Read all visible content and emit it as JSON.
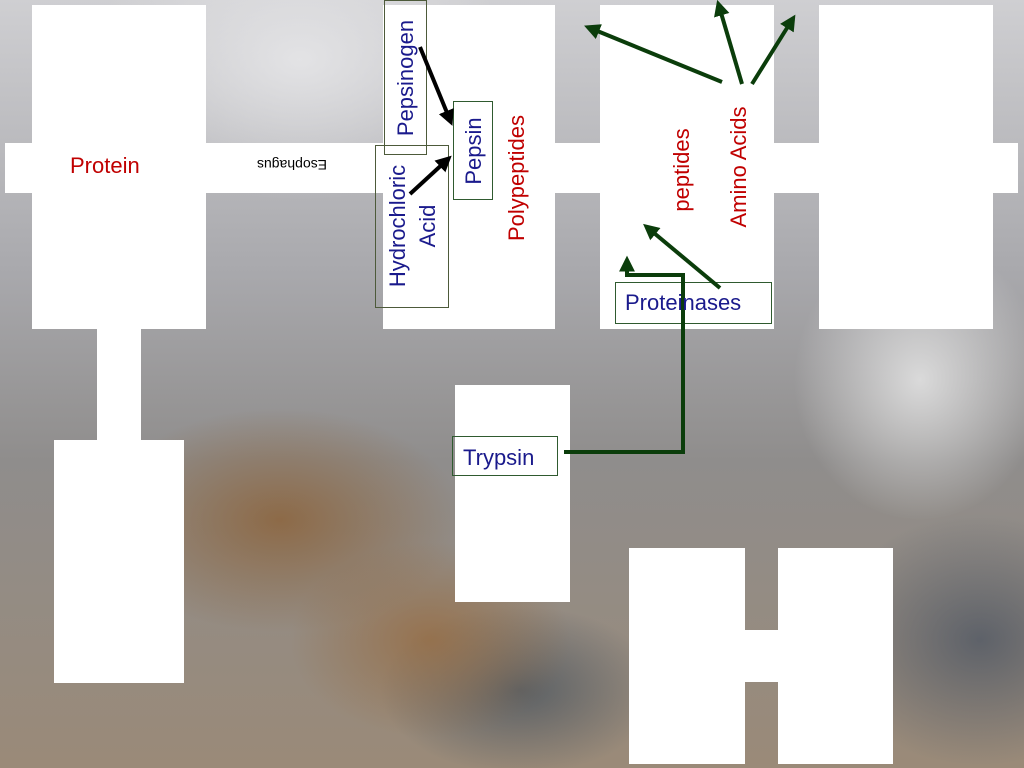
{
  "labels": {
    "protein": "Protein",
    "esophagus": "Esophagus",
    "pepsinogen": "Pepsinogen",
    "hydrochloric_acid_line1": "Hydrochloric",
    "hydrochloric_acid_line2": "Acid",
    "pepsin": "Pepsin",
    "polypeptides": "Polypeptides",
    "peptides": "peptides",
    "amino_acids": "Amino Acids",
    "proteinases": "Proteinases",
    "trypsin": "Trypsin"
  },
  "colors": {
    "product_text": "#c00000",
    "enzyme_text": "#1a1a8c",
    "black_arrow": "#000000",
    "green_arrow": "#0b3d0b",
    "panel": "#ffffff"
  }
}
